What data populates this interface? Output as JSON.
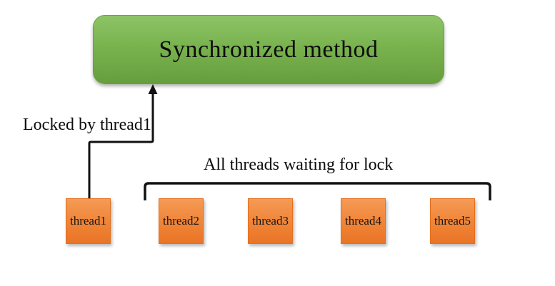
{
  "diagram": {
    "title": "Synchronized method",
    "locked_label": "Locked by thread1",
    "waiting_label": "All threads waiting for lock",
    "threads": [
      {
        "label": "thread1"
      },
      {
        "label": "thread2"
      },
      {
        "label": "thread3"
      },
      {
        "label": "thread4"
      },
      {
        "label": "thread5"
      }
    ],
    "colors": {
      "method_box_top": "#8DC467",
      "method_box_bottom": "#669E3D",
      "method_box_border": "#6AA23F",
      "thread_box_top": "#F59A55",
      "thread_box_bottom": "#EA7426",
      "thread_box_border": "#E2701F",
      "line": "#111111",
      "text": "#0D0D0D",
      "background": "#FFFFFF"
    }
  }
}
